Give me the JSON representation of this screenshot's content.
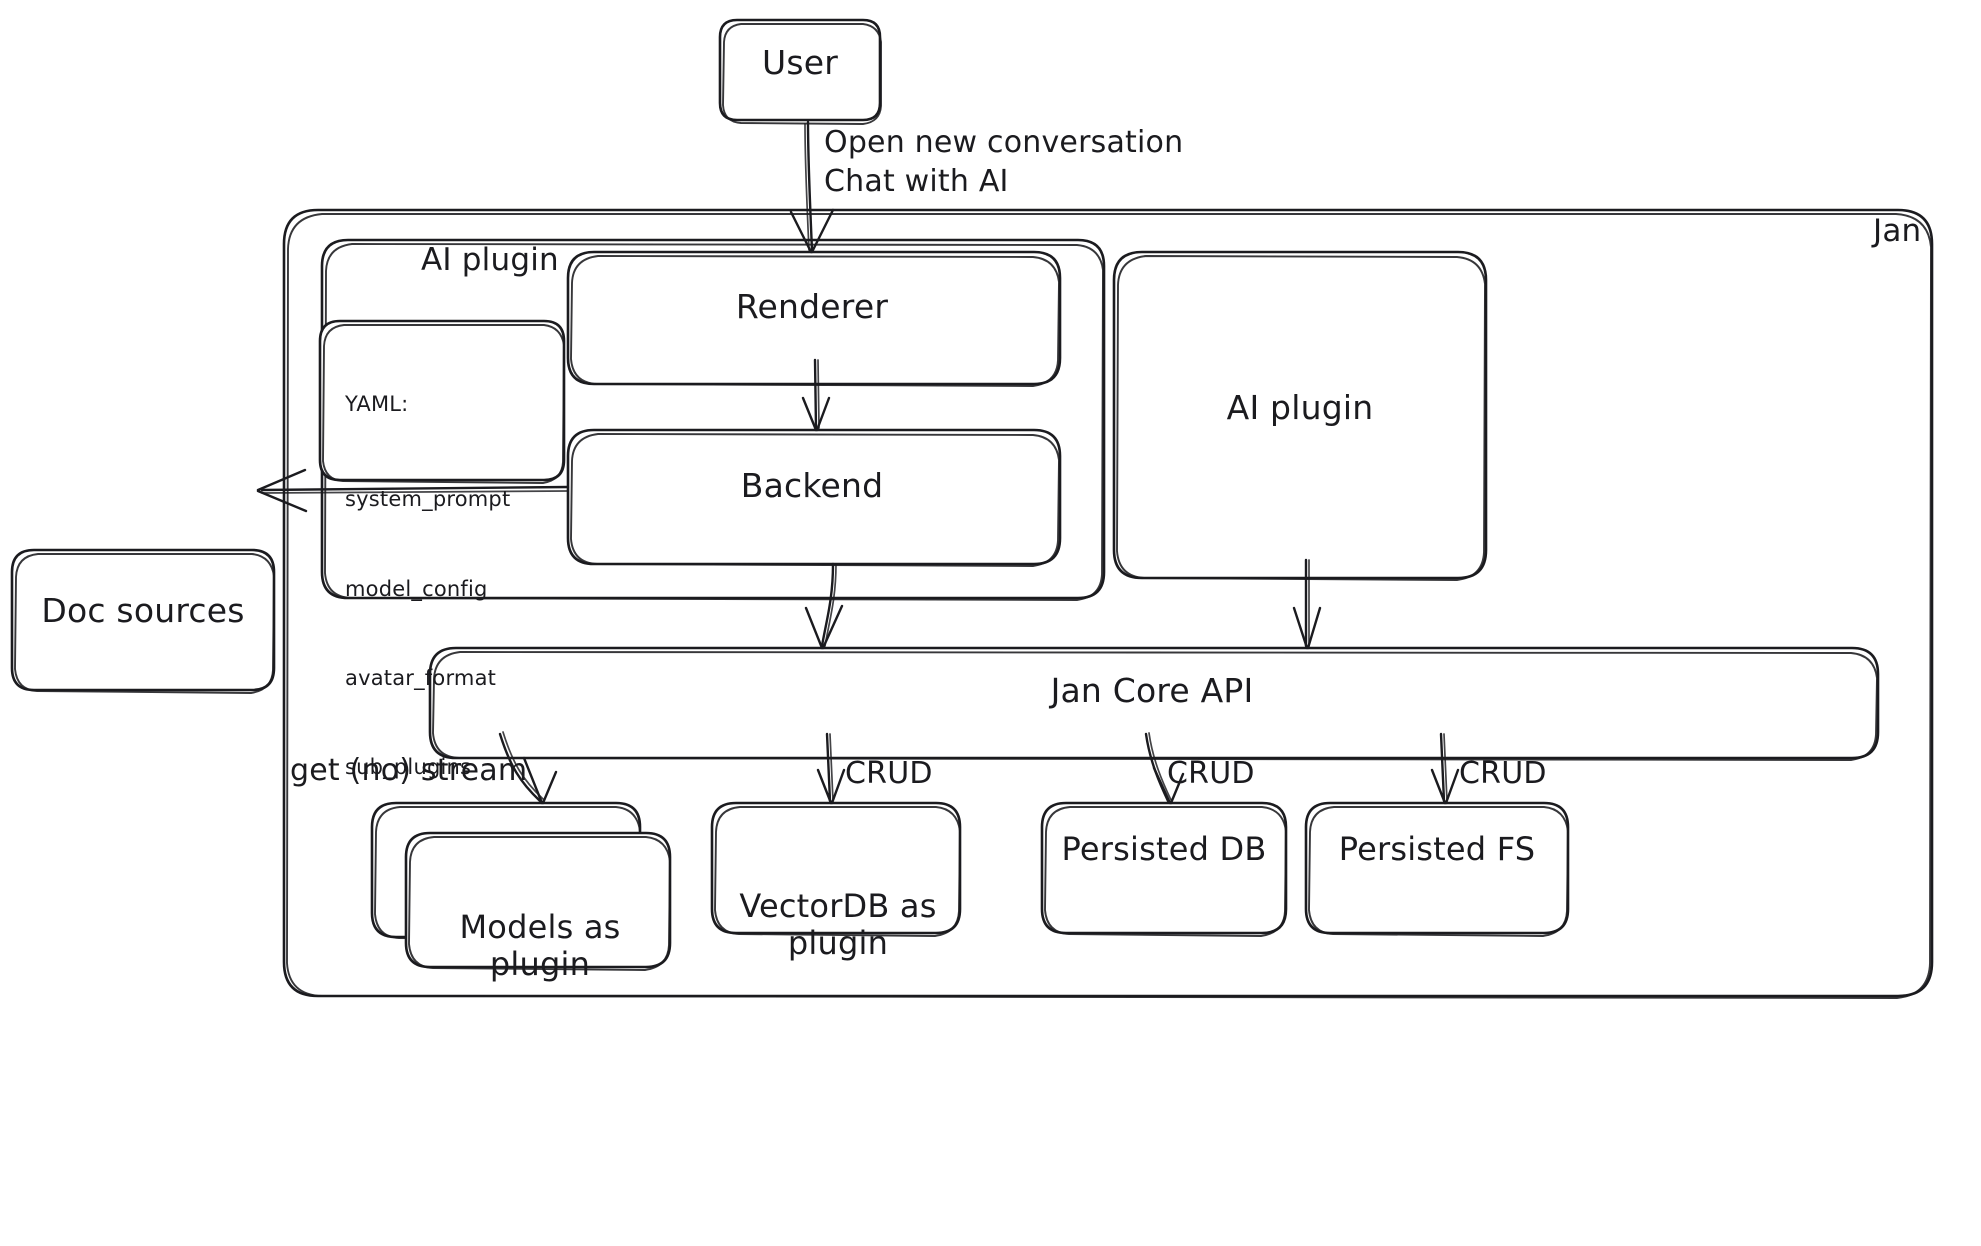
{
  "diagram": {
    "title_label": "Jan",
    "style": {
      "stroke": "#1b1b1f",
      "fill": "#ffffff",
      "background": "#ffffff"
    },
    "nodes": [
      {
        "id": "user",
        "label": "User"
      },
      {
        "id": "jan",
        "label": "Jan"
      },
      {
        "id": "ai-plugin-grp",
        "label": "AI plugin"
      },
      {
        "id": "renderer",
        "label": "Renderer"
      },
      {
        "id": "backend",
        "label": "Backend"
      },
      {
        "id": "ai-plugin",
        "label": "AI plugin"
      },
      {
        "id": "doc-sources",
        "label": "Doc sources"
      },
      {
        "id": "jan-core-api",
        "label": "Jan Core API"
      },
      {
        "id": "models",
        "label": "Models as\nplugin"
      },
      {
        "id": "vectordb",
        "label": "VectorDB as\nplugin"
      },
      {
        "id": "persisted-db",
        "label": "Persisted DB"
      },
      {
        "id": "persisted-fs",
        "label": "Persisted FS"
      }
    ],
    "yaml_note": {
      "heading": "YAML:",
      "keys": [
        "system_prompt",
        "model_config",
        "avatar_format",
        "sub_plugins"
      ]
    },
    "edges": [
      {
        "id": "user-renderer",
        "from": "user",
        "to": "renderer",
        "label": "Open new conversation\nChat with AI"
      },
      {
        "id": "renderer-backend",
        "from": "renderer",
        "to": "backend",
        "label": ""
      },
      {
        "id": "backend-docs",
        "from": "backend",
        "to": "doc-sources",
        "label": ""
      },
      {
        "id": "backend-core",
        "from": "backend",
        "to": "jan-core-api",
        "label": ""
      },
      {
        "id": "aiplugin-core",
        "from": "ai-plugin",
        "to": "jan-core-api",
        "label": ""
      },
      {
        "id": "core-models",
        "from": "jan-core-api",
        "to": "models",
        "label": "get (no) stream"
      },
      {
        "id": "core-vectordb",
        "from": "jan-core-api",
        "to": "vectordb",
        "label": "CRUD"
      },
      {
        "id": "core-persisted-db",
        "from": "jan-core-api",
        "to": "persisted-db",
        "label": "CRUD"
      },
      {
        "id": "core-persisted-fs",
        "from": "jan-core-api",
        "to": "persisted-fs",
        "label": "CRUD"
      }
    ],
    "edge_labels": {
      "user_line1": "Open new conversation",
      "user_line2": "Chat with AI",
      "get_no_stream": "get (no) stream",
      "crud_1": "CRUD",
      "crud_2": "CRUD",
      "crud_3": "CRUD"
    }
  }
}
